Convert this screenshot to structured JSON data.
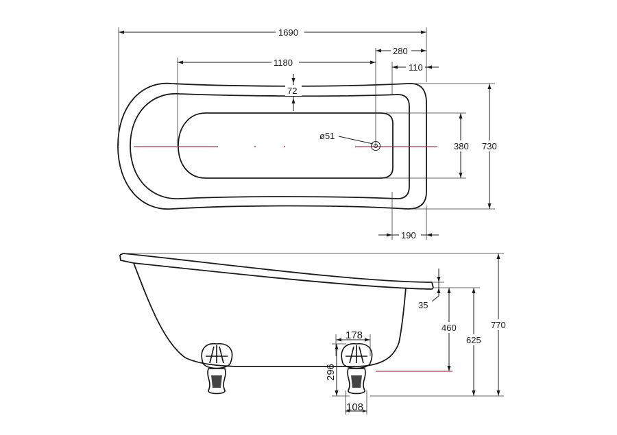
{
  "dimensions": {
    "overall_length": "1690",
    "inner_length": "1180",
    "waste_offset": "280",
    "rim_offset": "110",
    "rim_width": "72",
    "waste_diameter": "ø51",
    "inner_width": "380",
    "overall_width": "730",
    "end_rim": "190",
    "rim_thickness": "35",
    "inner_depth": "460",
    "rim_height_low": "625",
    "overall_height": "770",
    "foot_width": "178",
    "foot_height": "296",
    "foot_base": "108"
  },
  "colors": {
    "line": "#1a1a1a",
    "centerline": "#b0394a"
  }
}
